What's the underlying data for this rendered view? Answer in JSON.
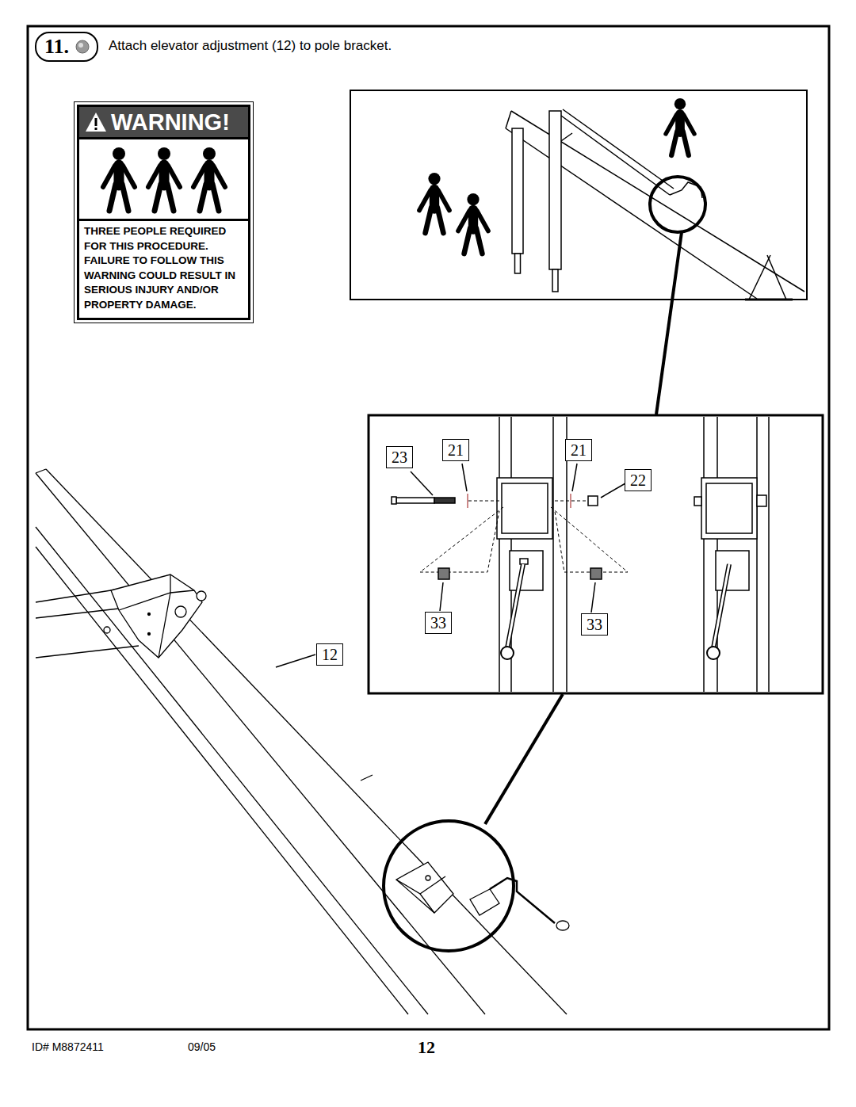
{
  "diagram": {
    "nodes": [
      {
        "text": [
          "11."
        ]
      },
      {
        "text": [
          "WARNING!",
          "THREE PEOPLE REQUIRED FOR THIS PROCEDURE. FAILURE TO FOLLOW THIS WARNING COULD RESULT IN SERIOUS INJURY AND/OR PROPERTY DAMAGE."
        ]
      },
      {
        "text": [
          "23"
        ]
      },
      {
        "text": [
          "21"
        ]
      },
      {
        "text": [
          "21"
        ]
      },
      {
        "text": [
          "22"
        ]
      },
      {
        "text": [
          "33"
        ]
      },
      {
        "text": [
          "33"
        ]
      },
      {
        "text": [
          "12"
        ]
      }
    ],
    "labels": [
      "Attach elevator adjustment (12) to pole bracket.",
      "ID# M8872411",
      "09/05",
      "12"
    ]
  }
}
